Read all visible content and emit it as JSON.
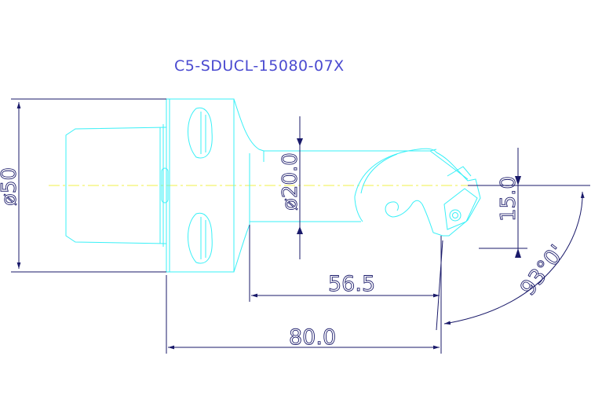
{
  "drawing": {
    "title": "C5-SDUCL-15080-07X",
    "dimensions": {
      "body_diameter": "ø50",
      "bar_diameter": "ø20.0",
      "offset": "15.0",
      "length_short": "56.5",
      "length_total": "80.0",
      "angle": "93°0'"
    }
  },
  "colors": {
    "outline": "#39f0f7",
    "dimension": "#1a1a6a",
    "title": "#4a4ad0",
    "centerline": "#f2f04a"
  }
}
